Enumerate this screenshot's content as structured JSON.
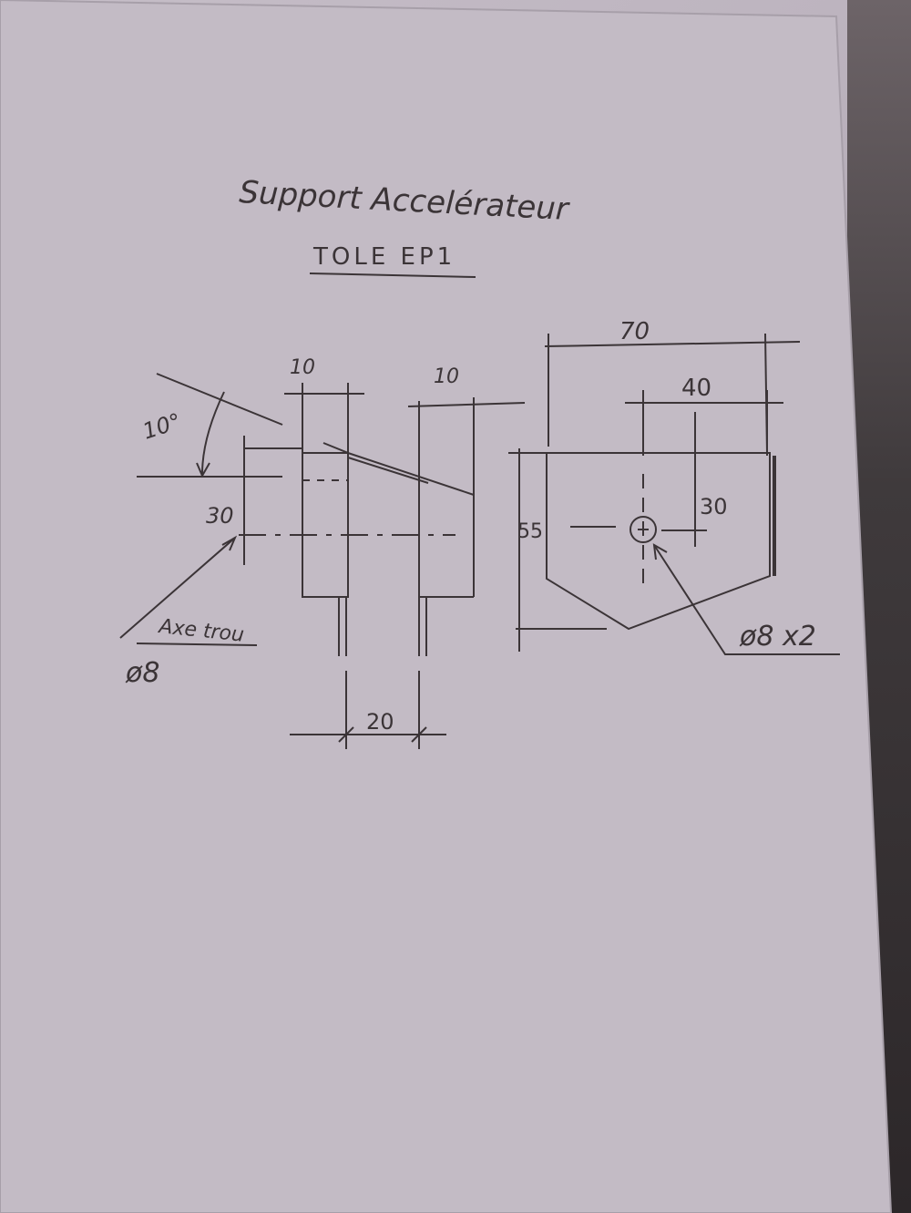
{
  "drawing": {
    "title": "Support Accelérateur",
    "material": "TOLE EP1",
    "side_view": {
      "angle": "10°",
      "top_width_left": "10",
      "top_width_right": "10",
      "axis_height": "30",
      "axis_label": "Axe trou",
      "hole_diameter": "ø8",
      "bottom_spacing": "20"
    },
    "front_view": {
      "overall_width": "70",
      "hole_offset": "40",
      "hole_height": "30",
      "overall_height": "55",
      "hole_callout": "ø8 x2"
    }
  },
  "colors": {
    "paper": "#c6bec8",
    "pencil": "#3b3437",
    "backdrop": "#2c2729"
  }
}
